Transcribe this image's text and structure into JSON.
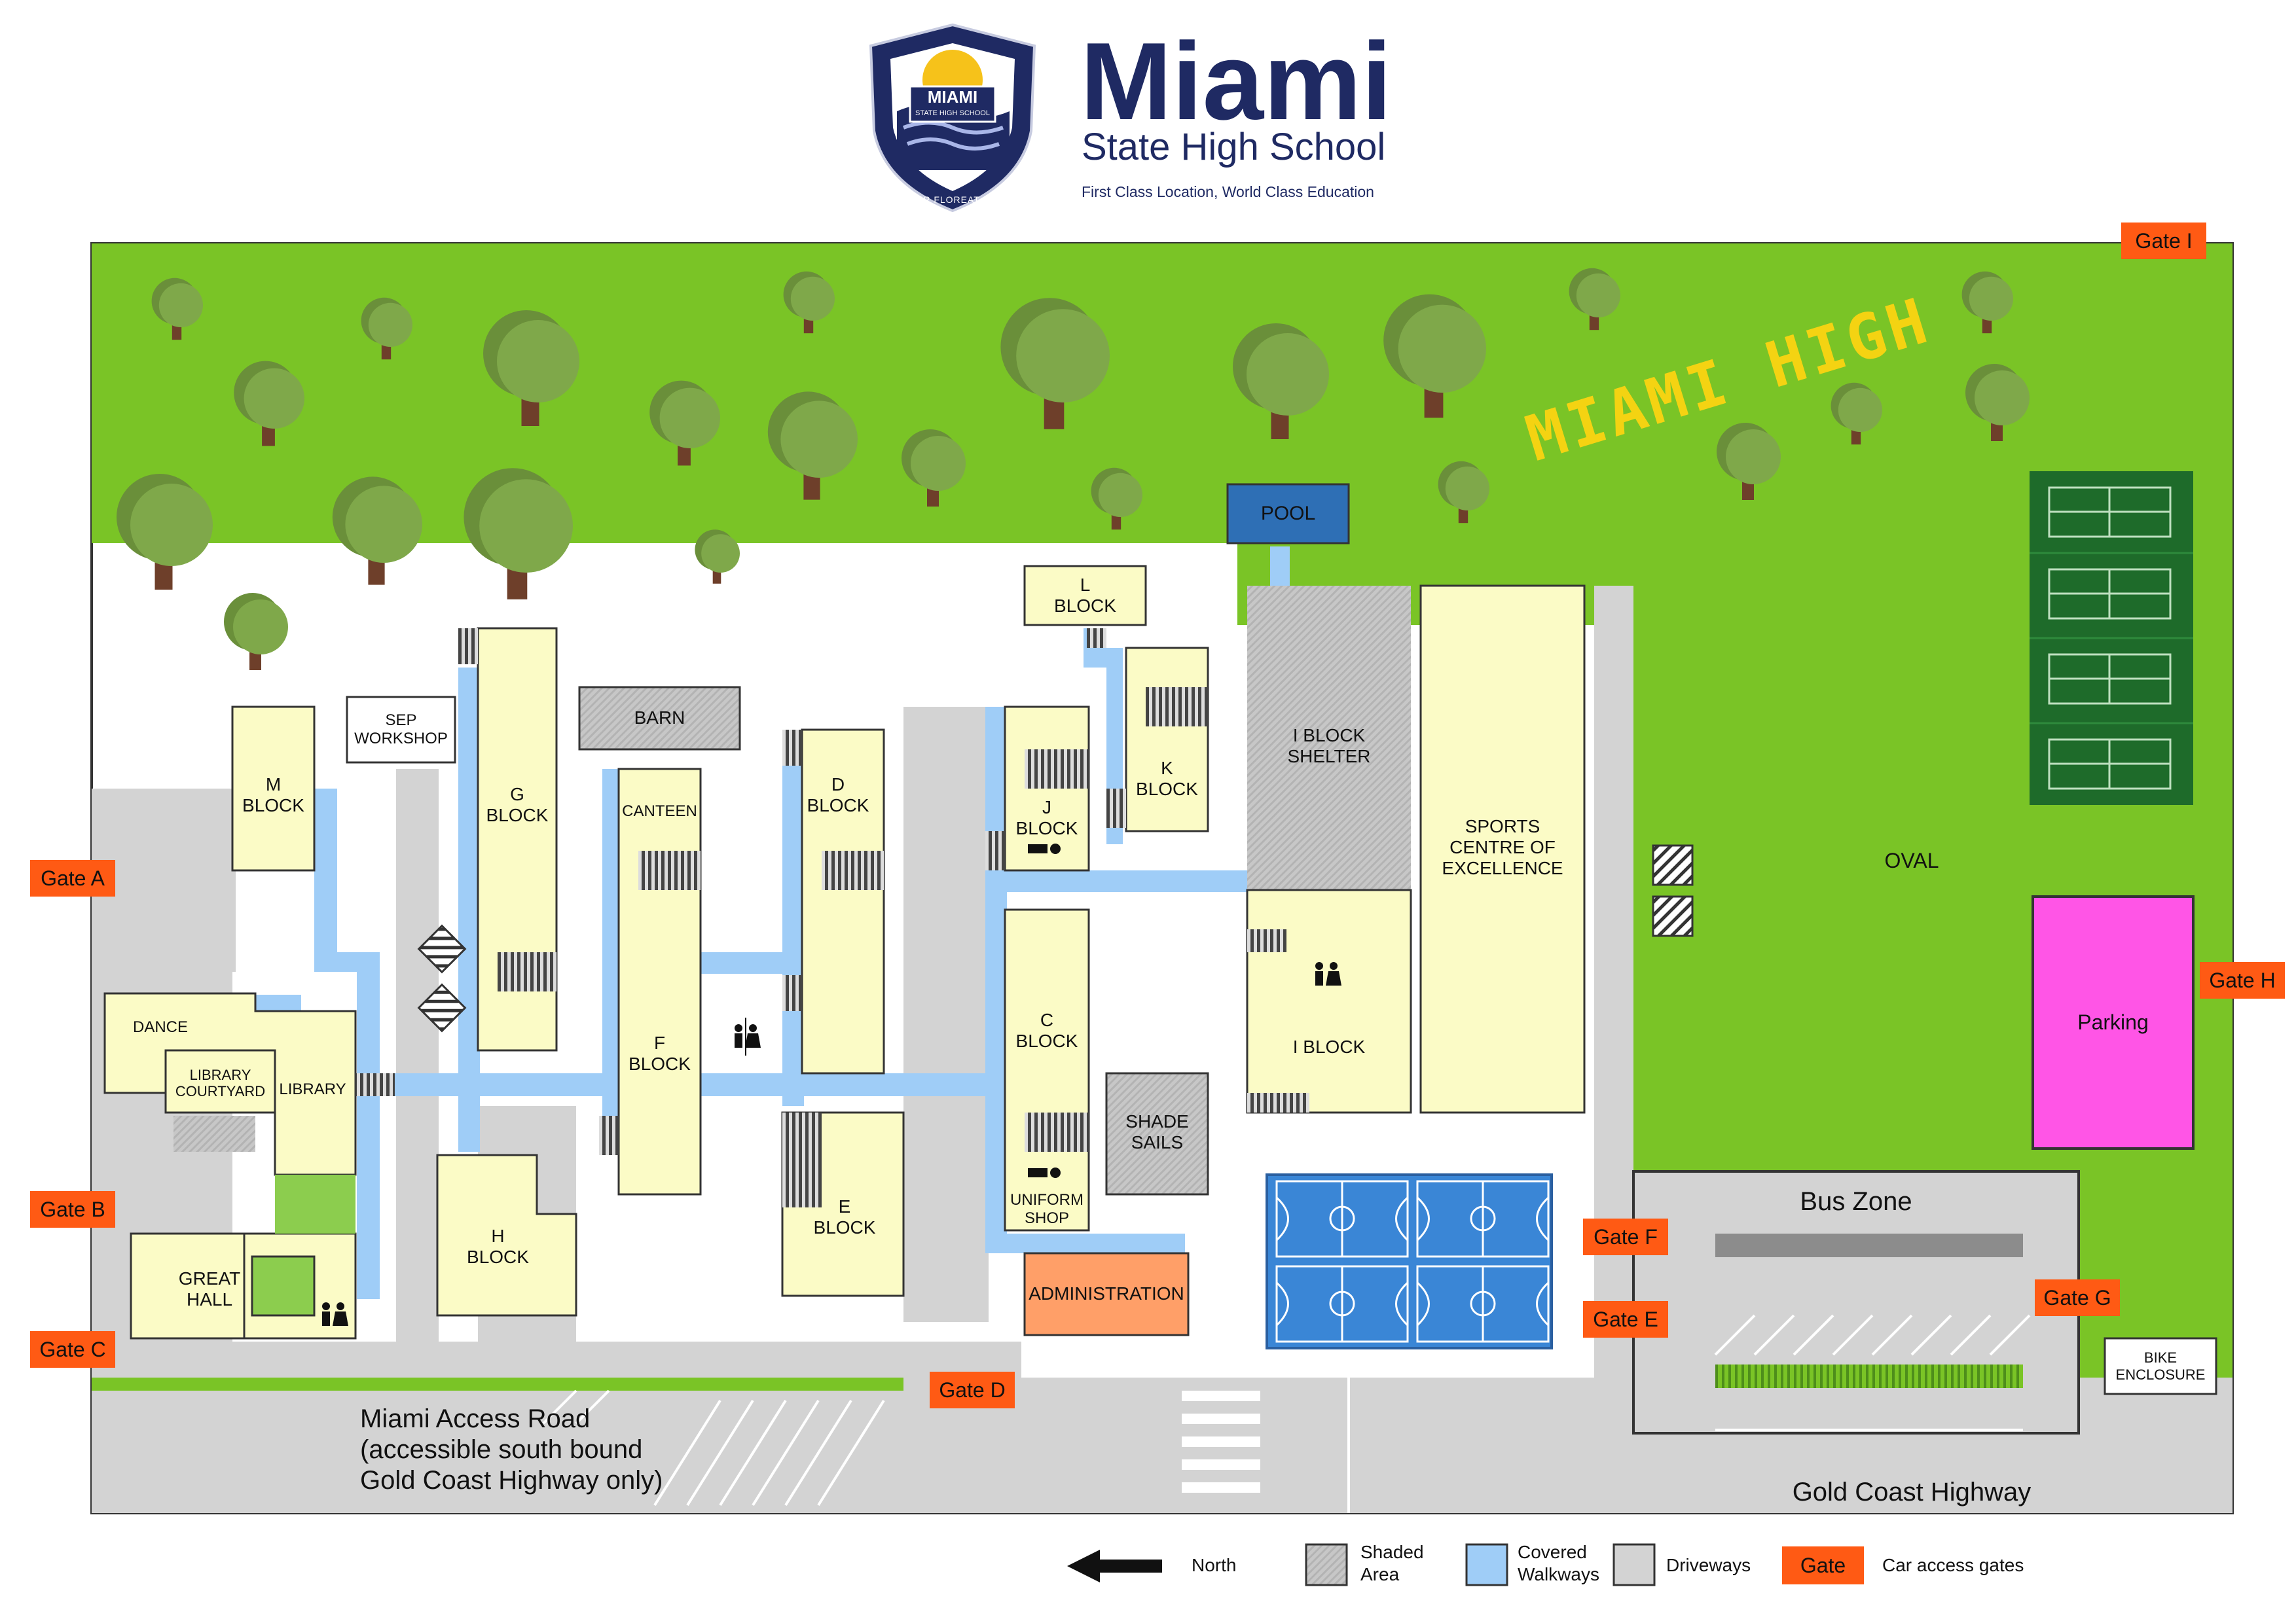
{
  "header": {
    "crest_text_top": "MIAMI",
    "crest_text_sub": "STATE HIGH SCHOOL",
    "crest_motto": "SEMPER FLOREAT COSTA",
    "school_name": "Miami",
    "school_subname": "State High School",
    "tagline": "First Class Location, World Class Education"
  },
  "map": {
    "field_text": "MIAMI HIGH",
    "buildings": {
      "pool": "POOL",
      "l_block": "L\nBLOCK",
      "k_block": "K\nBLOCK",
      "j_block": "J\nBLOCK",
      "barn": "BARN",
      "sep_workshop": "SEP\nWORKSHOP",
      "m_block": "M\nBLOCK",
      "g_block": "G\nBLOCK",
      "canteen": "CANTEEN",
      "f_block": "F\nBLOCK",
      "d_block": "D\nBLOCK",
      "e_block": "E\nBLOCK",
      "c_block": "C\nBLOCK",
      "uniform_shop": "UNIFORM\nSHOP",
      "shade_sails": "SHADE\nSAILS",
      "administration": "ADMINISTRATION",
      "i_block_shelter": "I BLOCK\nSHELTER",
      "i_block": "I BLOCK",
      "sports_centre": "SPORTS\nCENTRE OF\nEXCELLENCE",
      "dance": "DANCE",
      "library_courtyard": "LIBRARY\nCOURTYARD",
      "library": "LIBRARY",
      "great_hall": "GREAT\nHALL",
      "h_block": "H\nBLOCK",
      "oval": "OVAL",
      "parking": "Parking",
      "bus_zone": "Bus Zone",
      "bike_enclosure": "BIKE\nENCLOSURE"
    },
    "roads": {
      "miami_access_road": "Miami Access Road\n(accessible south bound\nGold Coast Highway only)",
      "gold_coast_highway": "Gold Coast Highway"
    },
    "gates": {
      "a": "Gate A",
      "b": "Gate B",
      "c": "Gate C",
      "d": "Gate D",
      "e": "Gate E",
      "f": "Gate F",
      "g": "Gate G",
      "h": "Gate H",
      "i": "Gate I"
    }
  },
  "legend": {
    "north": "North",
    "shaded_area": "Shaded\nArea",
    "covered_walkways": "Covered\nWalkways",
    "driveways": "Driveways",
    "gate_chip": "Gate",
    "car_access_gates": "Car access gates"
  },
  "colors": {
    "grass": "#7ac426",
    "building": "#fbfbc6",
    "walkway": "#9fcdf7",
    "driveway": "#d3d3d3",
    "pool": "#2e6fb5",
    "court": "#3a86d6",
    "tennis": "#1e6b2a",
    "parking": "#ff55e6",
    "admin": "#ff9f68",
    "gate": "#ff5a14",
    "navy": "#1f2a63",
    "field_text": "#f4d312"
  }
}
